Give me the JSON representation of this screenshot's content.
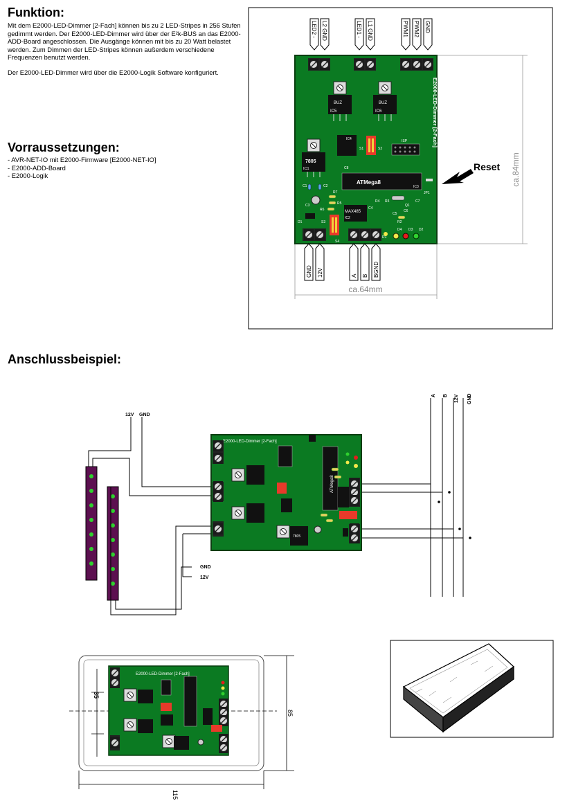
{
  "funktion": {
    "heading": "Funktion:",
    "para1": "Mit dem E2000-LED-Dimmer [2-Fach] können bis zu 2 LED-Stripes in 256 Stufen gedimmt werden. Der E2000-LED-Dimmer wird über der E²k-BUS an das E2000-ADD-Board angeschlossen. Die Ausgänge können mit bis zu 20 Watt belastet werden. Zum Dimmen der LED-Stripes können außerdem verschiedene Frequenzen benutzt werden.",
    "para2": "Der E2000-LED-Dimmer wird über die E2000-Logik Software konfiguriert."
  },
  "voraussetzungen": {
    "heading": "Vorraussetzungen:",
    "items": [
      "- AVR-NET-IO mit E2000-Firmware [E2000-NET-IO]",
      "- E2000-ADD-Board",
      "- E2000-Logik"
    ]
  },
  "anschluss": {
    "heading": "Anschlussbeispiel:"
  },
  "board": {
    "title": "E2000-LED-Dimmer [2-Fach]",
    "top_terminals": [
      "LED2 -",
      "L2 GND",
      "LED1 -",
      "L1 GND",
      "PWM1",
      "PWM2",
      "GND"
    ],
    "bottom_terminals": [
      "GND",
      "12V",
      "A",
      "B",
      "BGND"
    ],
    "reset_label": "Reset",
    "dim_height": "ca.84mm",
    "dim_width": "ca.64mm",
    "parts": {
      "buz1": "BUZ",
      "ic5a": "IC5",
      "buz2": "BUZ",
      "ic5b": "IC6",
      "reg": "7805",
      "ic1": "IC1",
      "mcu": "ATMega8",
      "ic3": "IC3",
      "max": "MAX485",
      "ic2": "IC2",
      "ic4": "IC4",
      "isp": "ISP",
      "s1": "S1",
      "s2": "S2",
      "s3": "S3",
      "s4": "S4",
      "c1": "C1",
      "c2": "C2",
      "c3": "C3",
      "c4": "C4",
      "c5": "C5",
      "c6": "C6",
      "c7": "C7",
      "c8": "C8",
      "r1": "R1",
      "r2": "R2",
      "r3": "R3",
      "r4": "R4",
      "r5": "R5",
      "r6": "R6",
      "r7": "R7",
      "d1": "D1",
      "d2": "D2",
      "d3": "D3",
      "d4": "D4",
      "q1": "Q1",
      "jp1": "JP1"
    }
  },
  "wiring": {
    "supply_top": [
      "12V",
      "GND"
    ],
    "bus_lines": [
      "A",
      "B",
      "12V",
      "GND"
    ],
    "supply_right": [
      "GND",
      "12V"
    ]
  },
  "housing": {
    "dim_height": "85",
    "dim_width": "115",
    "dim_offset": "35"
  },
  "colors": {
    "pcb": "#0b7a22",
    "pcb_border": "#0a3d10",
    "stripe": "#5c1050",
    "led": "#2fd02f",
    "switch": "#e83a2a"
  }
}
